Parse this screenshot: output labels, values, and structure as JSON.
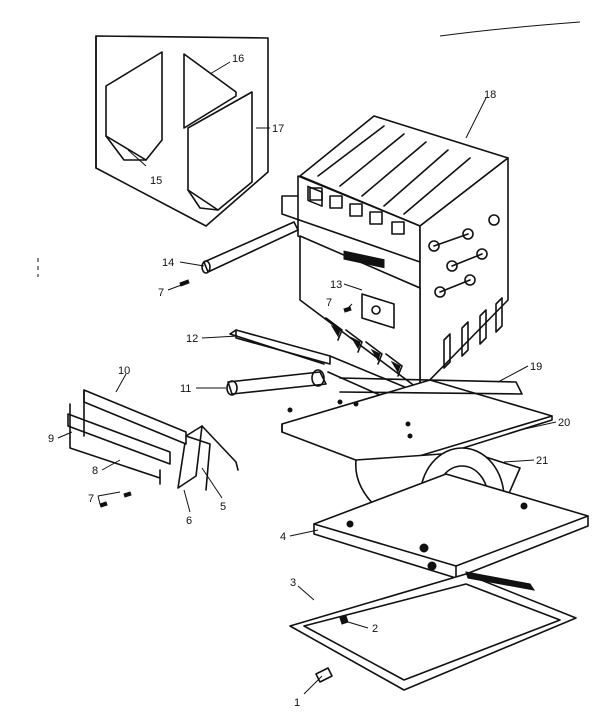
{
  "callouts": [
    {
      "id": "c1",
      "label": "1"
    },
    {
      "id": "c2",
      "label": "2"
    },
    {
      "id": "c3",
      "label": "3"
    },
    {
      "id": "c4",
      "label": "4"
    },
    {
      "id": "c5",
      "label": "5"
    },
    {
      "id": "c6",
      "label": "6"
    },
    {
      "id": "c7a",
      "label": "7"
    },
    {
      "id": "c7b",
      "label": "7"
    },
    {
      "id": "c7c",
      "label": "7"
    },
    {
      "id": "c8",
      "label": "8"
    },
    {
      "id": "c9",
      "label": "9"
    },
    {
      "id": "c10",
      "label": "10"
    },
    {
      "id": "c11",
      "label": "11"
    },
    {
      "id": "c12",
      "label": "12"
    },
    {
      "id": "c13",
      "label": "13"
    },
    {
      "id": "c14",
      "label": "14"
    },
    {
      "id": "c15",
      "label": "15"
    },
    {
      "id": "c16",
      "label": "16"
    },
    {
      "id": "c17",
      "label": "17"
    },
    {
      "id": "c18",
      "label": "18"
    },
    {
      "id": "c19",
      "label": "19"
    },
    {
      "id": "c20",
      "label": "20"
    },
    {
      "id": "c21",
      "label": "21"
    }
  ],
  "colors": {
    "ink": "#111111",
    "paper": "#ffffff"
  }
}
